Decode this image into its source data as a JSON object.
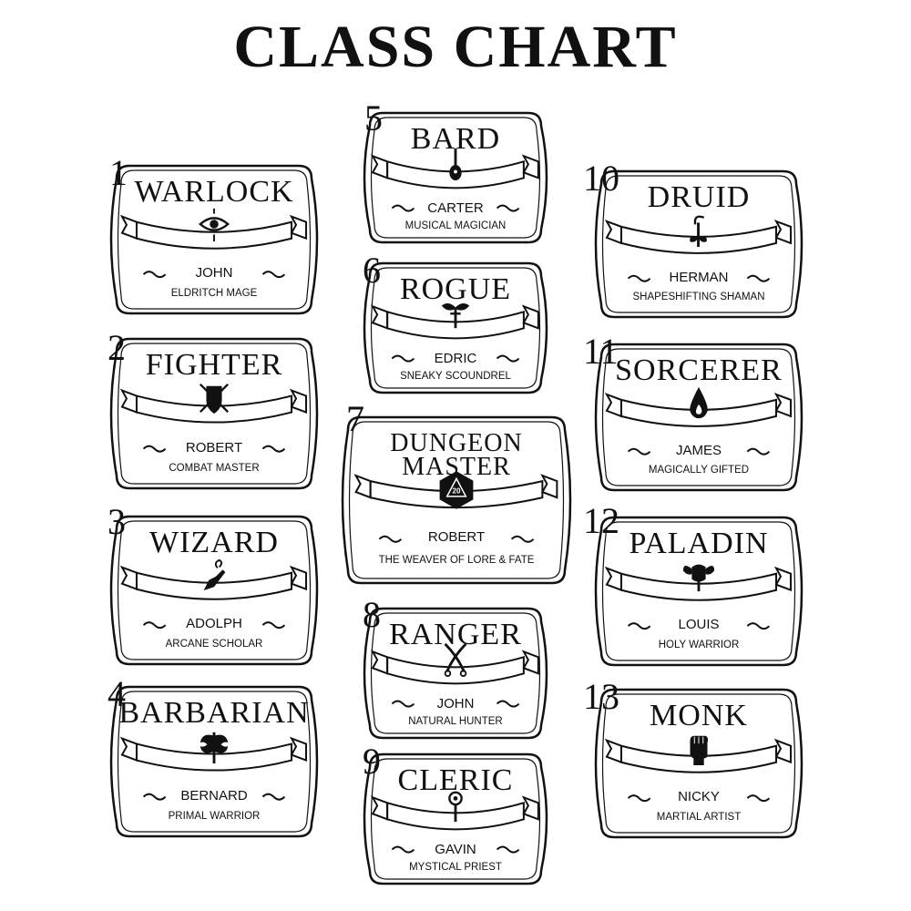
{
  "title": "CLASS CHART",
  "cards": [
    {
      "number": "1",
      "class": "WARLOCK",
      "name": "JOHN",
      "epithet": "ELDRITCH MAGE",
      "emblem": "eye-icon"
    },
    {
      "number": "2",
      "class": "FIGHTER",
      "name": "ROBERT",
      "epithet": "COMBAT MASTER",
      "emblem": "shield-swords-icon"
    },
    {
      "number": "3",
      "class": "WIZARD",
      "name": "ADOLPH",
      "epithet": "ARCANE SCHOLAR",
      "emblem": "spell-hand-icon"
    },
    {
      "number": "4",
      "class": "BARBARIAN",
      "name": "BERNARD",
      "epithet": "PRIMAL WARRIOR",
      "emblem": "battle-axe-icon"
    },
    {
      "number": "5",
      "class": "BARD",
      "name": "CARTER",
      "epithet": "MUSICAL MAGICIAN",
      "emblem": "lute-icon"
    },
    {
      "number": "6",
      "class": "ROGUE",
      "name": "EDRIC",
      "epithet": "SNEAKY SCOUNDREL",
      "emblem": "mask-dagger-icon"
    },
    {
      "number": "7",
      "class": "DUNGEON MASTER",
      "name": "ROBERT",
      "epithet": "THE WEAVER OF LORE & FATE",
      "emblem": "d20-icon"
    },
    {
      "number": "8",
      "class": "RANGER",
      "name": "JOHN",
      "epithet": "NATURAL HUNTER",
      "emblem": "crossed-blades-icon"
    },
    {
      "number": "9",
      "class": "CLERIC",
      "name": "GAVIN",
      "epithet": "MYSTICAL PRIEST",
      "emblem": "holy-symbol-icon"
    },
    {
      "number": "10",
      "class": "DRUID",
      "name": "HERMAN",
      "epithet": "SHAPESHIFTING SHAMAN",
      "emblem": "staff-leaf-icon"
    },
    {
      "number": "11",
      "class": "SORCERER",
      "name": "JAMES",
      "epithet": "MAGICALLY GIFTED",
      "emblem": "flame-drop-icon"
    },
    {
      "number": "12",
      "class": "PALADIN",
      "name": "LOUIS",
      "epithet": "HOLY WARRIOR",
      "emblem": "winged-helm-icon"
    },
    {
      "number": "13",
      "class": "MONK",
      "name": "NICKY",
      "epithet": "MARTIAL ARTIST",
      "emblem": "fist-icon"
    }
  ]
}
